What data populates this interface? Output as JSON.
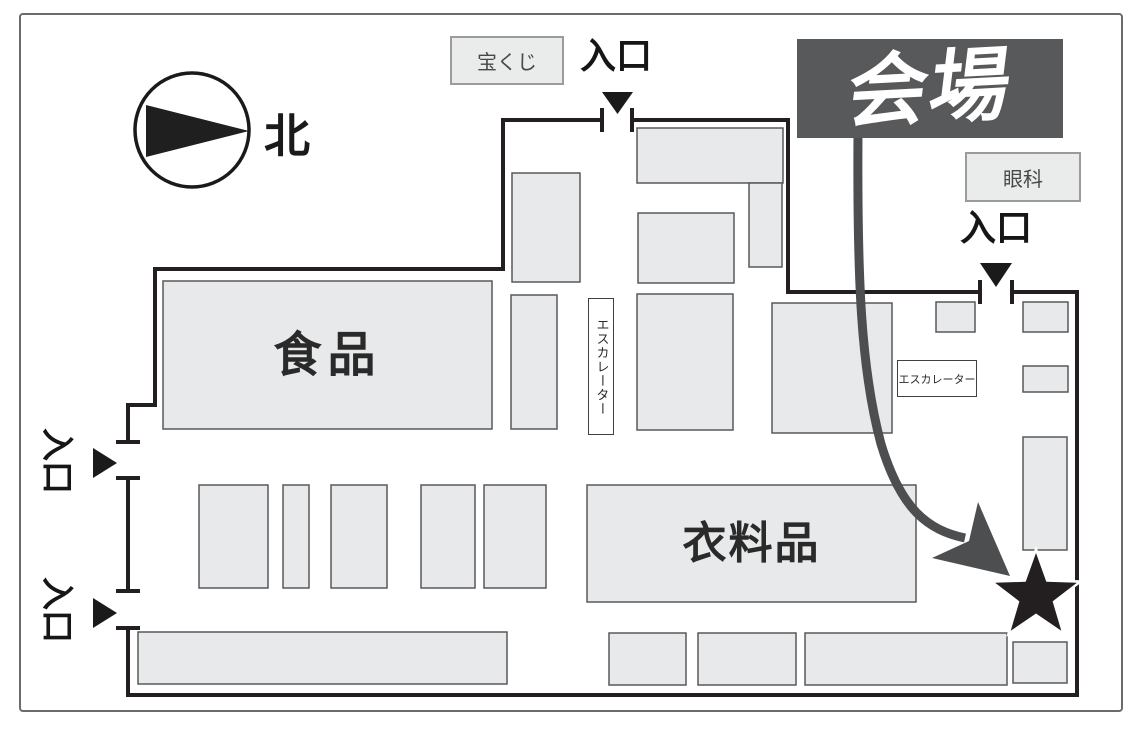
{
  "banner": {
    "label": "会場"
  },
  "compass": {
    "label": "北"
  },
  "labels": {
    "lottery": "宝くじ",
    "eye_clinic": "眼科",
    "food": "食品",
    "clothing": "衣料品",
    "escalator_center": "エスカレーター",
    "escalator_right": "エスカレーター"
  },
  "entrances": {
    "top": "入口",
    "right": "入口",
    "left_upper": "入口",
    "left_lower": "入口"
  },
  "colors": {
    "banner_bg": "#58595b",
    "banner_text": "#ffffff",
    "wall": "#231f20",
    "fixture_fill": "#e8e9ea",
    "fixture_border": "#58595b",
    "route_arrow": "#4d4e50",
    "star": "#231f20",
    "entrance_marker": "#1a1a1a",
    "label_box_fill": "#eaebeb",
    "label_box_border": "#9b9b9b",
    "page_border": "#6b6b6b"
  }
}
